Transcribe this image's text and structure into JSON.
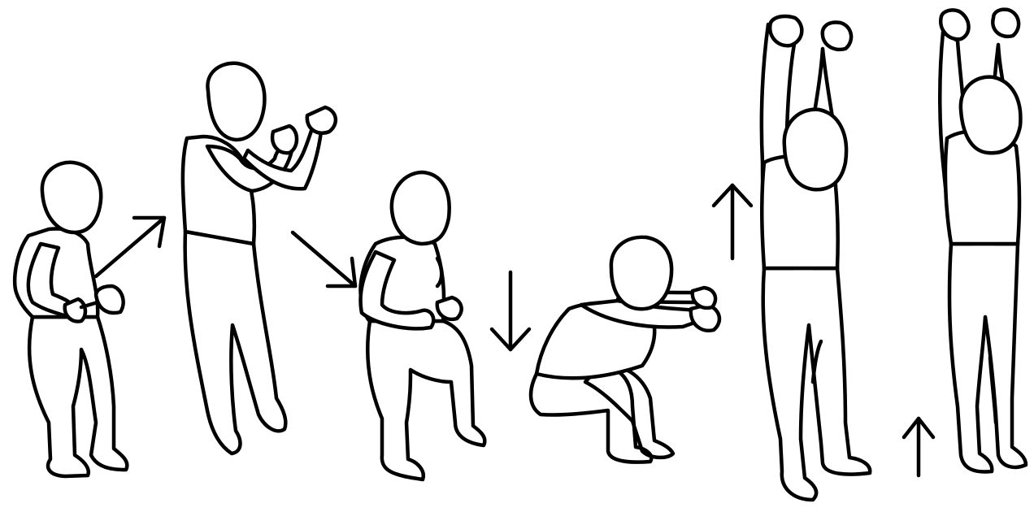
{
  "figures": [
    {
      "pose": "crouch-start",
      "icon": "figure-crouch-icon"
    },
    {
      "pose": "jump-mid-air",
      "icon": "figure-jump-icon"
    },
    {
      "pose": "landing-bent-knees",
      "icon": "figure-landing-icon"
    },
    {
      "pose": "deep-squat-arms-forward",
      "icon": "figure-squat-icon"
    },
    {
      "pose": "standing-arms-up-side",
      "icon": "figure-arms-up-icon"
    },
    {
      "pose": "standing-arms-up-back",
      "icon": "figure-arms-up-back-icon"
    }
  ],
  "arrows": [
    {
      "direction": "up-right",
      "icon": "arrow-up-right-icon"
    },
    {
      "direction": "down-right",
      "icon": "arrow-down-right-icon"
    },
    {
      "direction": "down",
      "icon": "arrow-down-icon"
    },
    {
      "direction": "up",
      "icon": "arrow-up-icon"
    },
    {
      "direction": "up",
      "icon": "arrow-up-small-icon"
    }
  ],
  "colors": {
    "line": "#000000",
    "background": "#ffffff"
  }
}
